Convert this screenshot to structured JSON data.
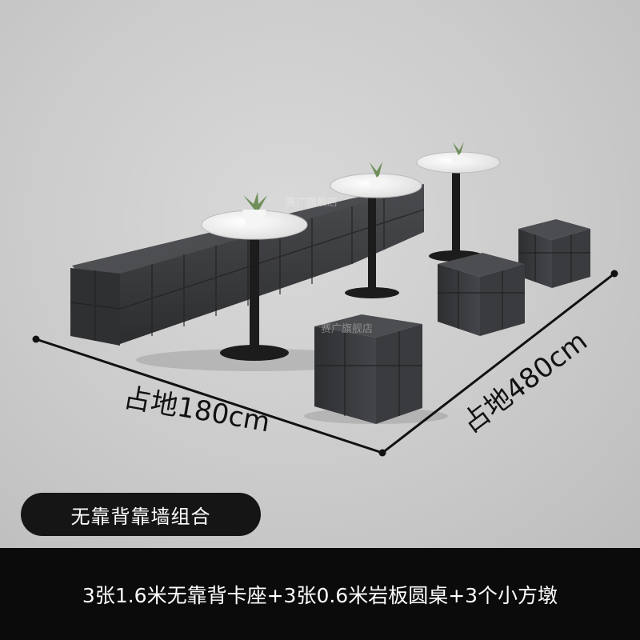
{
  "scene": {
    "width_label": "占地180cm",
    "depth_label": "占地480cm",
    "watermark": "赛广旗舰店",
    "colors": {
      "background": "#c9c9c9",
      "upholstery": "#3a3b3d",
      "table_top": "#f2f2f2",
      "table_base": "#1c1c1c",
      "plant": "#6f8f5a"
    }
  },
  "badge": {
    "label": "无靠背靠墙组合"
  },
  "footer": {
    "caption": "3张1.6米无靠背卡座+3张0.6米岩板圆桌+3个小方墩"
  }
}
